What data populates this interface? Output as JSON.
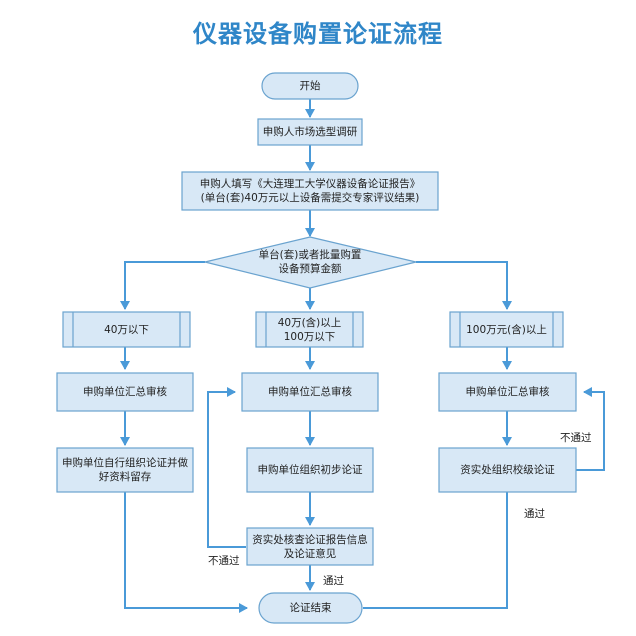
{
  "title": "仪器设备购置论证流程",
  "colors": {
    "title": "#2f86c8",
    "box_fill": "#d8e8f6",
    "box_stroke": "#6aa3cf",
    "line": "#4a9ad8"
  },
  "nodes": {
    "start": "开始",
    "survey": "申购人市场选型调研",
    "report_line1": "申购人填写《大连理工大学仪器设备论证报告》",
    "report_line2": "(单台(套)40万元以上设备需提交专家评议结果)",
    "decision_line1": "单台(套)或者批量购置",
    "decision_line2": "设备预算金额",
    "branch_left": "40万以下",
    "branch_mid_line1": "40万(含)以上",
    "branch_mid_line2": "100万以下",
    "branch_right": "100万元(含)以上",
    "left_review": "申购单位汇总审核",
    "left_self_line1": "申购单位自行组织论证并做",
    "left_self_line2": "好资料留存",
    "mid_review": "申购单位汇总审核",
    "mid_prelim": "申购单位组织初步论证",
    "mid_check_line1": "资实处核查论证报告信息",
    "mid_check_line2": "及论证意见",
    "right_review": "申购单位汇总审核",
    "right_campus": "资实处组织校级论证",
    "end": "论证结束"
  },
  "edge_labels": {
    "mid_fail": "不通过",
    "mid_pass": "通过",
    "right_fail": "不通过",
    "right_pass": "通过"
  }
}
